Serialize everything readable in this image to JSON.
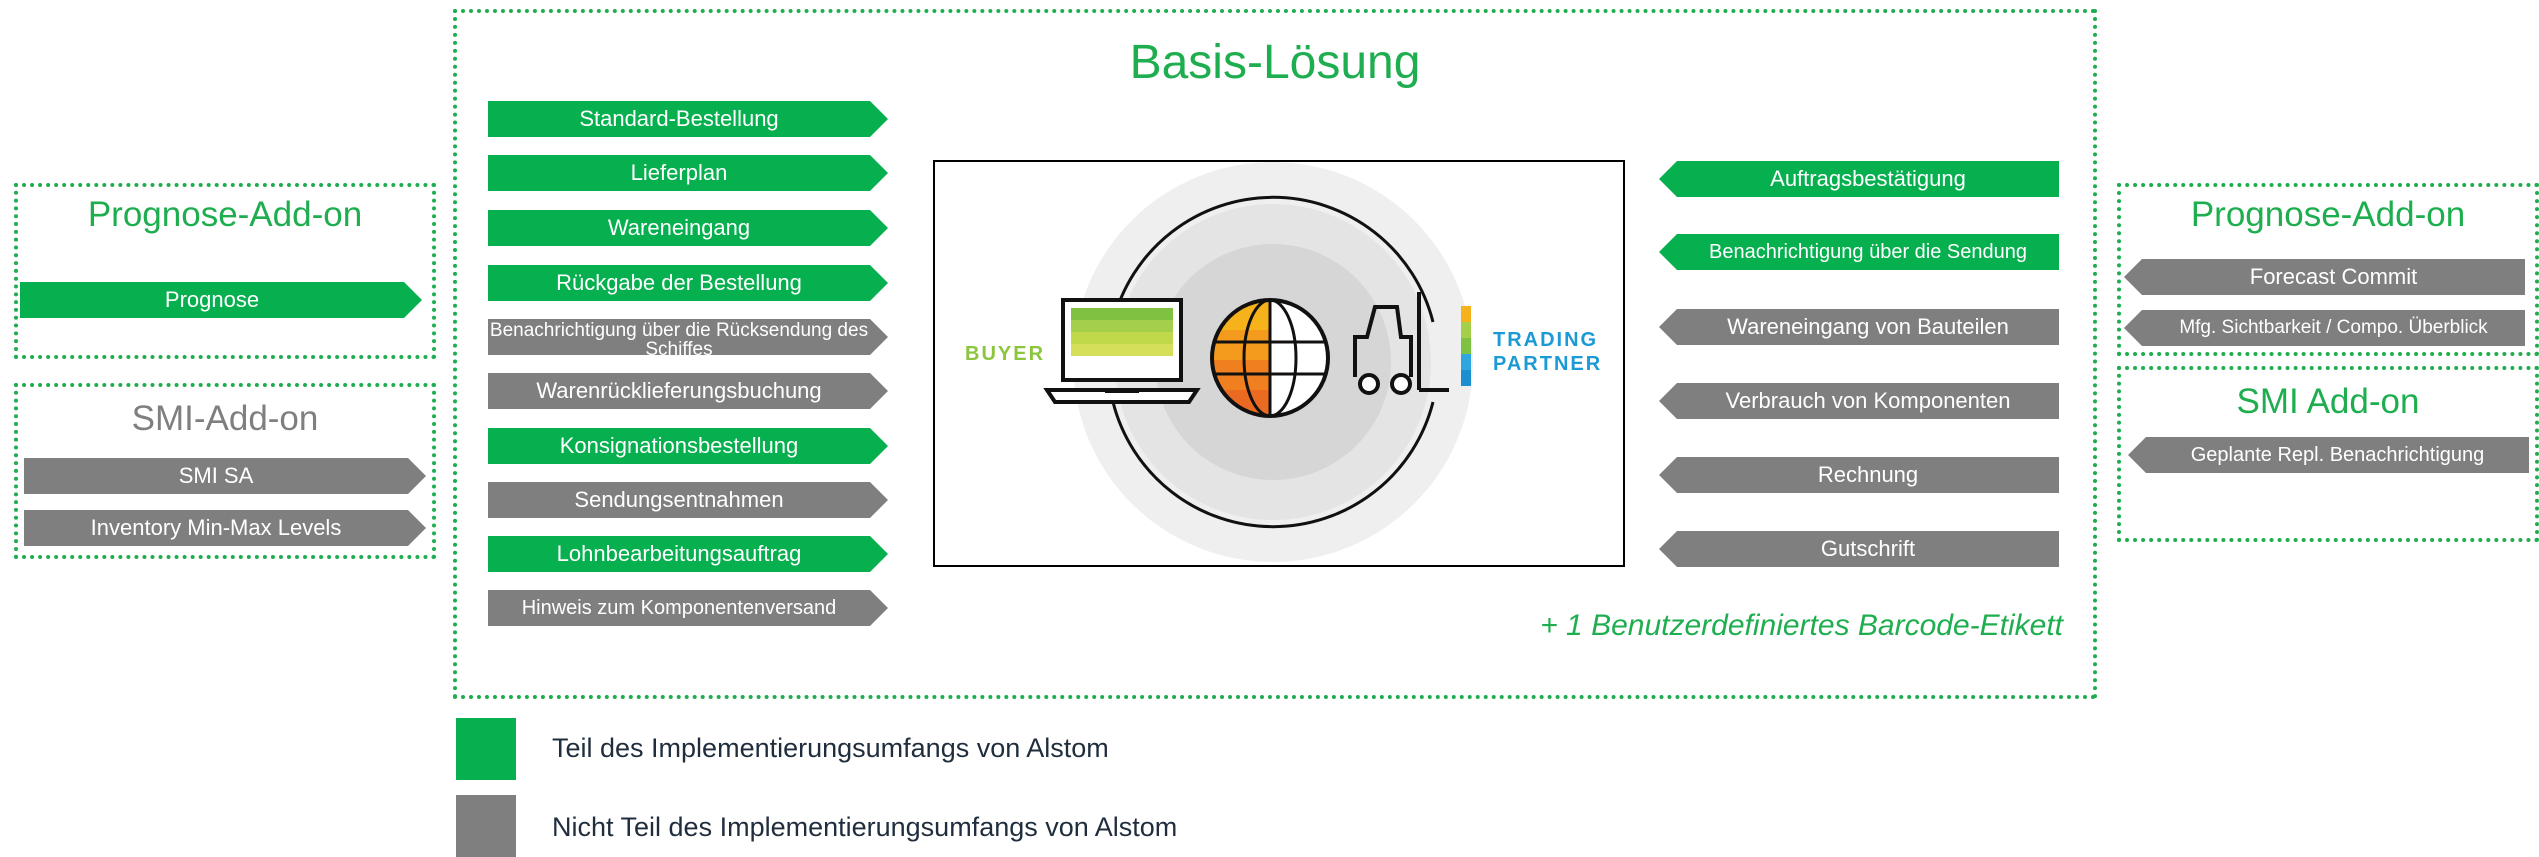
{
  "colors": {
    "green": "#06b04f",
    "gray": "#7f7f7f",
    "title_green": "#1fae4f"
  },
  "basis": {
    "title": "Basis-Lösung",
    "left_items": [
      {
        "label": "Standard-Bestellung",
        "color": "green"
      },
      {
        "label": "Lieferplan",
        "color": "green"
      },
      {
        "label": "Wareneingang",
        "color": "green"
      },
      {
        "label": "Rückgabe der Bestellung",
        "color": "green"
      },
      {
        "label": "Benachrichtigung über die Rücksendung des Schiffes",
        "color": "gray"
      },
      {
        "label": "Warenrücklieferungsbuchung",
        "color": "gray"
      },
      {
        "label": "Konsignationsbestellung",
        "color": "green"
      },
      {
        "label": "Sendungsentnahmen",
        "color": "gray"
      },
      {
        "label": "Lohnbearbeitungsauftrag",
        "color": "green"
      },
      {
        "label": "Hinweis zum Komponentenversand",
        "color": "gray"
      }
    ],
    "right_items": [
      {
        "label": "Auftragsbestätigung",
        "color": "green"
      },
      {
        "label": "Benachrichtigung über die Sendung",
        "color": "green"
      },
      {
        "label": "Wareneingang von Bauteilen",
        "color": "gray"
      },
      {
        "label": "Verbrauch von Komponenten",
        "color": "gray"
      },
      {
        "label": "Rechnung",
        "color": "gray"
      },
      {
        "label": "Gutschrift",
        "color": "gray"
      }
    ],
    "footnote": "+ 1 Benutzerdefiniertes Barcode-Etikett",
    "graphic": {
      "buyer": "BUYER",
      "partner_line1": "TRADING",
      "partner_line2": "PARTNER"
    }
  },
  "left_addons": {
    "prognose": {
      "title": "Prognose-Add-on",
      "items": [
        {
          "label": "Prognose",
          "color": "green"
        }
      ]
    },
    "smi": {
      "title": "SMI-Add-on",
      "items": [
        {
          "label": "SMI SA",
          "color": "gray"
        },
        {
          "label": "Inventory Min-Max Levels",
          "color": "gray"
        }
      ]
    }
  },
  "right_addons": {
    "prognose": {
      "title": "Prognose-Add-on",
      "items": [
        {
          "label": "Forecast Commit",
          "color": "gray"
        },
        {
          "label": "Mfg. Sichtbarkeit / Compo. Überblick",
          "color": "gray"
        }
      ]
    },
    "smi": {
      "title": "SMI Add-on",
      "items": [
        {
          "label": "Geplante Repl. Benachrichtigung",
          "color": "gray"
        }
      ]
    }
  },
  "legend": {
    "in_scope": "Teil des Implementierungsumfangs von Alstom",
    "out_scope": "Nicht Teil des Implementierungsumfangs von Alstom"
  }
}
